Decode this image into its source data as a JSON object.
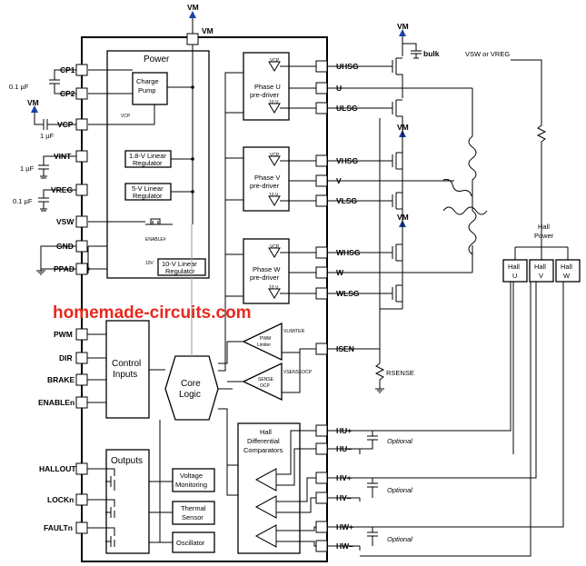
{
  "watermark": "homemade-circuits.com",
  "supply": {
    "vm": "VM",
    "bulk": "bulk",
    "vsw_or_vreg": "VSW or VREG",
    "rsense": "RSENSE"
  },
  "blocks": {
    "power": "Power",
    "charge_pump_1": "Charge",
    "charge_pump_2": "Pump",
    "vcp_inner": "VCP",
    "reg18_1": "1.8-V Linear",
    "reg18_2": "Regulator",
    "reg5_1": "5-V Linear",
    "reg5_2": "Regulator",
    "enable_inner": "ENABLE#",
    "reg10_tag": "10V",
    "reg10_1": "10-V Linear",
    "reg10_2": "Regulator",
    "control_1": "Control",
    "control_2": "Inputs",
    "core_1": "Core",
    "core_2": "Logic",
    "outputs": "Outputs",
    "voltage_mon_1": "Voltage",
    "voltage_mon_2": "Monitoring",
    "thermal_1": "Thermal",
    "thermal_2": "Sensor",
    "oscillator": "Oscillator",
    "phase_u_1": "Phase U",
    "phase_u_2": "pre-driver",
    "phase_v_1": "Phase V",
    "phase_v_2": "pre-driver",
    "phase_w_1": "Phase W",
    "phase_w_2": "pre-driver",
    "vcp_tag": "VCP",
    "v10_tag": "10 V",
    "pwm_lim_1": "PWM",
    "pwm_lim_2": "Limiter",
    "vlimiter": "VLIMITER",
    "sense_1": "SENSE",
    "sense_2": "OCP",
    "vsenseocp": "VSENSEOCP",
    "hall_cmp_1": "Hall",
    "hall_cmp_2": "Differential",
    "hall_cmp_3": "Comparators"
  },
  "left_pins": {
    "cp1": "CP1",
    "cp2": "CP2",
    "vcp": "VCP",
    "vint": "VINT",
    "vreg": "VREG",
    "vsw": "VSW",
    "gnd": "GND",
    "ppad": "PPAD",
    "pwm": "PWM",
    "dir": "DIR",
    "brake": "BRAKE",
    "enablen": "ENABLEn",
    "hallout": "HALLOUT",
    "lockn": "LOCKn",
    "faultn": "FAULTn"
  },
  "left_caps": {
    "c01a": "0.1 µF",
    "c1a": "1 µF",
    "c1b": "1 µF",
    "c01b": "0.1 µF"
  },
  "right_pins": {
    "vm": "VM",
    "uhsg": "UHSG",
    "u": "U",
    "ulsg": "ULSG",
    "vhsg": "VHSG",
    "v": "V",
    "vlsg": "VLSG",
    "whsg": "WHSG",
    "w": "W",
    "wlsg": "WLSG",
    "isen": "ISEN",
    "hup": "HU+",
    "hun": "HU–",
    "hvp": "HV+",
    "hvn": "HV–",
    "hwp": "HW+",
    "hwn": "HW–"
  },
  "optional": "Optional",
  "hall": {
    "power_1": "Hall",
    "power_2": "Power",
    "h": "Hall",
    "u": "U",
    "v": "V",
    "w": "W"
  }
}
